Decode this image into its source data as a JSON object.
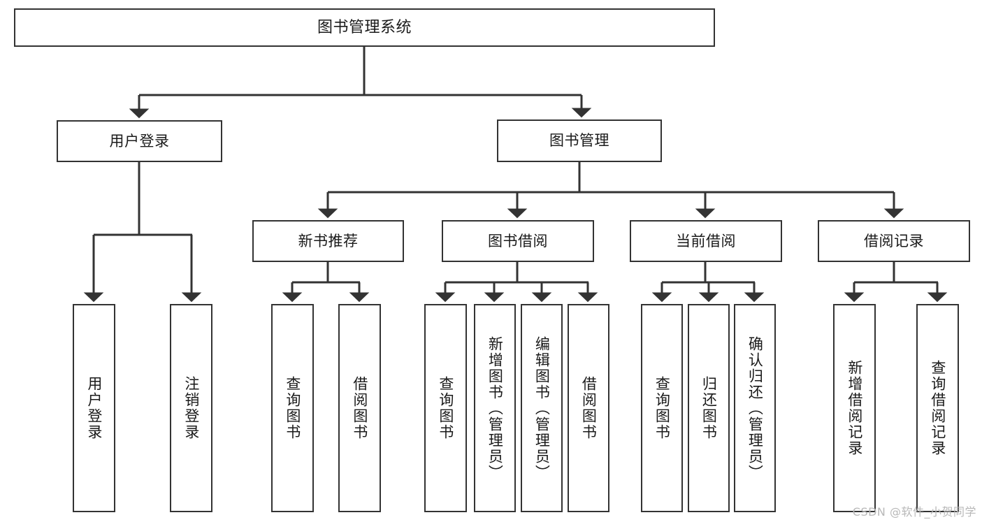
{
  "diagram": {
    "type": "tree-hierarchy",
    "title": "图书管理系统",
    "watermark": "CSDN @软件_小贺同学",
    "colors": {
      "background": "#ffffff",
      "stroke": "#333333",
      "text": "#1a1a1a",
      "watermark": "#b8b8b8"
    },
    "levels": {
      "level0": [
        {
          "id": "root",
          "label": "图书管理系统"
        }
      ],
      "level1": [
        {
          "id": "user-login",
          "label": "用户登录"
        },
        {
          "id": "book-manage",
          "label": "图书管理"
        }
      ],
      "level2": [
        {
          "id": "new-book-recommend",
          "label": "新书推荐",
          "parent": "book-manage"
        },
        {
          "id": "book-borrow",
          "label": "图书借阅",
          "parent": "book-manage"
        },
        {
          "id": "current-borrow",
          "label": "当前借阅",
          "parent": "book-manage"
        },
        {
          "id": "borrow-record",
          "label": "借阅记录",
          "parent": "book-manage"
        }
      ],
      "leaves": [
        {
          "id": "leaf-user-login",
          "label": "用户登录",
          "parent": "user-login"
        },
        {
          "id": "leaf-logout",
          "label": "注销登录",
          "parent": "user-login"
        },
        {
          "id": "leaf-query-book-1",
          "label": "查询图书",
          "parent": "new-book-recommend"
        },
        {
          "id": "leaf-borrow-book-1",
          "label": "借阅图书",
          "parent": "new-book-recommend"
        },
        {
          "id": "leaf-query-book-2",
          "label": "查询图书",
          "parent": "book-borrow"
        },
        {
          "id": "leaf-add-book",
          "label": "新增图书（管理员）",
          "parent": "book-borrow"
        },
        {
          "id": "leaf-edit-book",
          "label": "编辑图书（管理员）",
          "parent": "book-borrow"
        },
        {
          "id": "leaf-borrow-book-2",
          "label": "借阅图书",
          "parent": "book-borrow"
        },
        {
          "id": "leaf-query-book-3",
          "label": "查询图书",
          "parent": "current-borrow"
        },
        {
          "id": "leaf-return-book",
          "label": "归还图书",
          "parent": "current-borrow"
        },
        {
          "id": "leaf-confirm-return",
          "label": "确认归还（管理员）",
          "parent": "current-borrow"
        },
        {
          "id": "leaf-add-record",
          "label": "新增借阅记录",
          "parent": "borrow-record"
        },
        {
          "id": "leaf-query-record",
          "label": "查询借阅记录",
          "parent": "borrow-record"
        }
      ]
    }
  }
}
